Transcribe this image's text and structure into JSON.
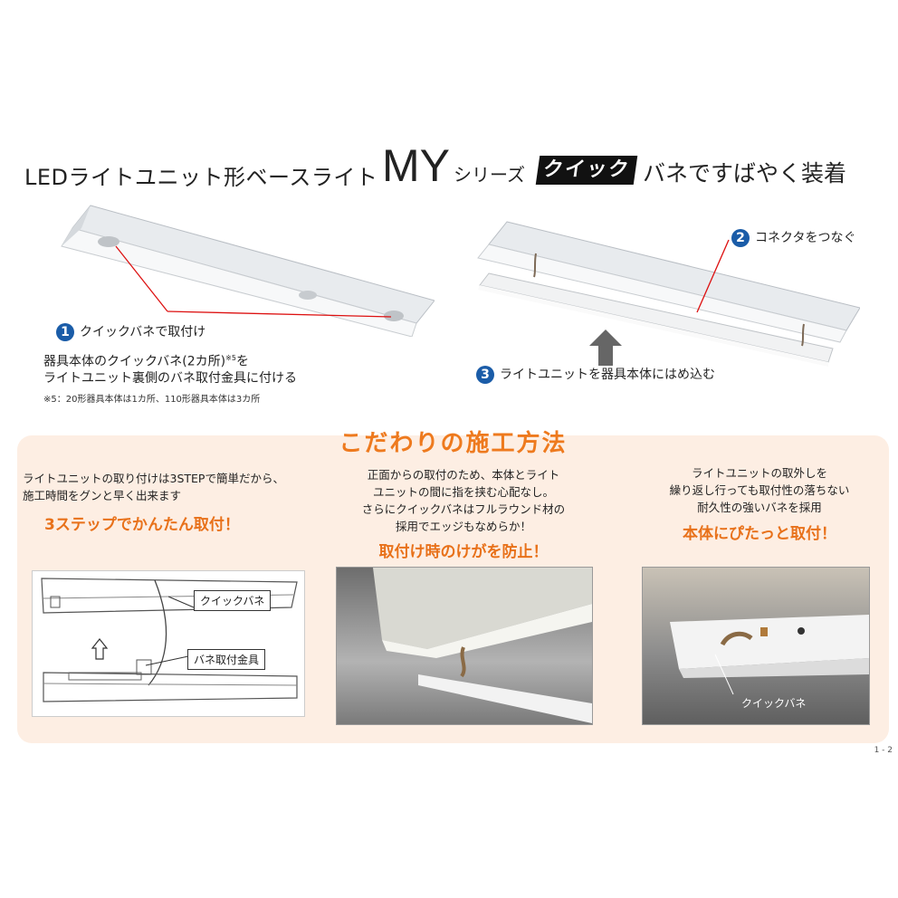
{
  "header": {
    "title_left": "LEDライトユニット形ベースライト",
    "series_logo": "MY",
    "series_suffix": "シリーズ",
    "quick_logo": "クイック",
    "title_right": "バネですばやく装着"
  },
  "steps": [
    {
      "num": "1",
      "label": "クイックバネで取付け",
      "desc_line1": "器具本体のクイックバネ(2カ所)",
      "desc_sup": "※5",
      "desc_line1_end": "を",
      "desc_line2": "ライトユニット裏側のバネ取付金具に付ける",
      "note": "※5：20形器具本体は1カ所、110形器具本体は3カ所"
    },
    {
      "num": "2",
      "label": "コネクタをつなぐ"
    },
    {
      "num": "3",
      "label": "ライトユニットを器具本体にはめ込む"
    }
  ],
  "panel": {
    "title": "こだわりの施工方法",
    "columns": [
      {
        "text_lines": [
          "ライトユニットの取り付けは3STEPで簡単だから、",
          "施工時間をグンと早く出来ます"
        ],
        "accent": "3ステップでかんたん取付！",
        "callouts": [
          "クイックバネ",
          "バネ取付金具"
        ]
      },
      {
        "text_lines": [
          "正面からの取付のため、本体とライト",
          "ユニットの間に指を挟む心配なし。",
          "さらにクイックバネはフルラウンド材の",
          "採用でエッジもなめらか！"
        ],
        "accent": "取付け時のけがを防止！"
      },
      {
        "text_lines": [
          "ライトユニットの取外しを",
          "繰り返し行っても取付性の落ちない",
          "耐久性の強いバネを採用"
        ],
        "accent": "本体にぴたっと取付！",
        "photo_label": "クイックバネ"
      }
    ]
  },
  "page_marker": "1 - 2",
  "colors": {
    "accent_orange": "#ee7a1e",
    "step_blue": "#1a5ca8",
    "panel_bg": "#fdeee3"
  }
}
